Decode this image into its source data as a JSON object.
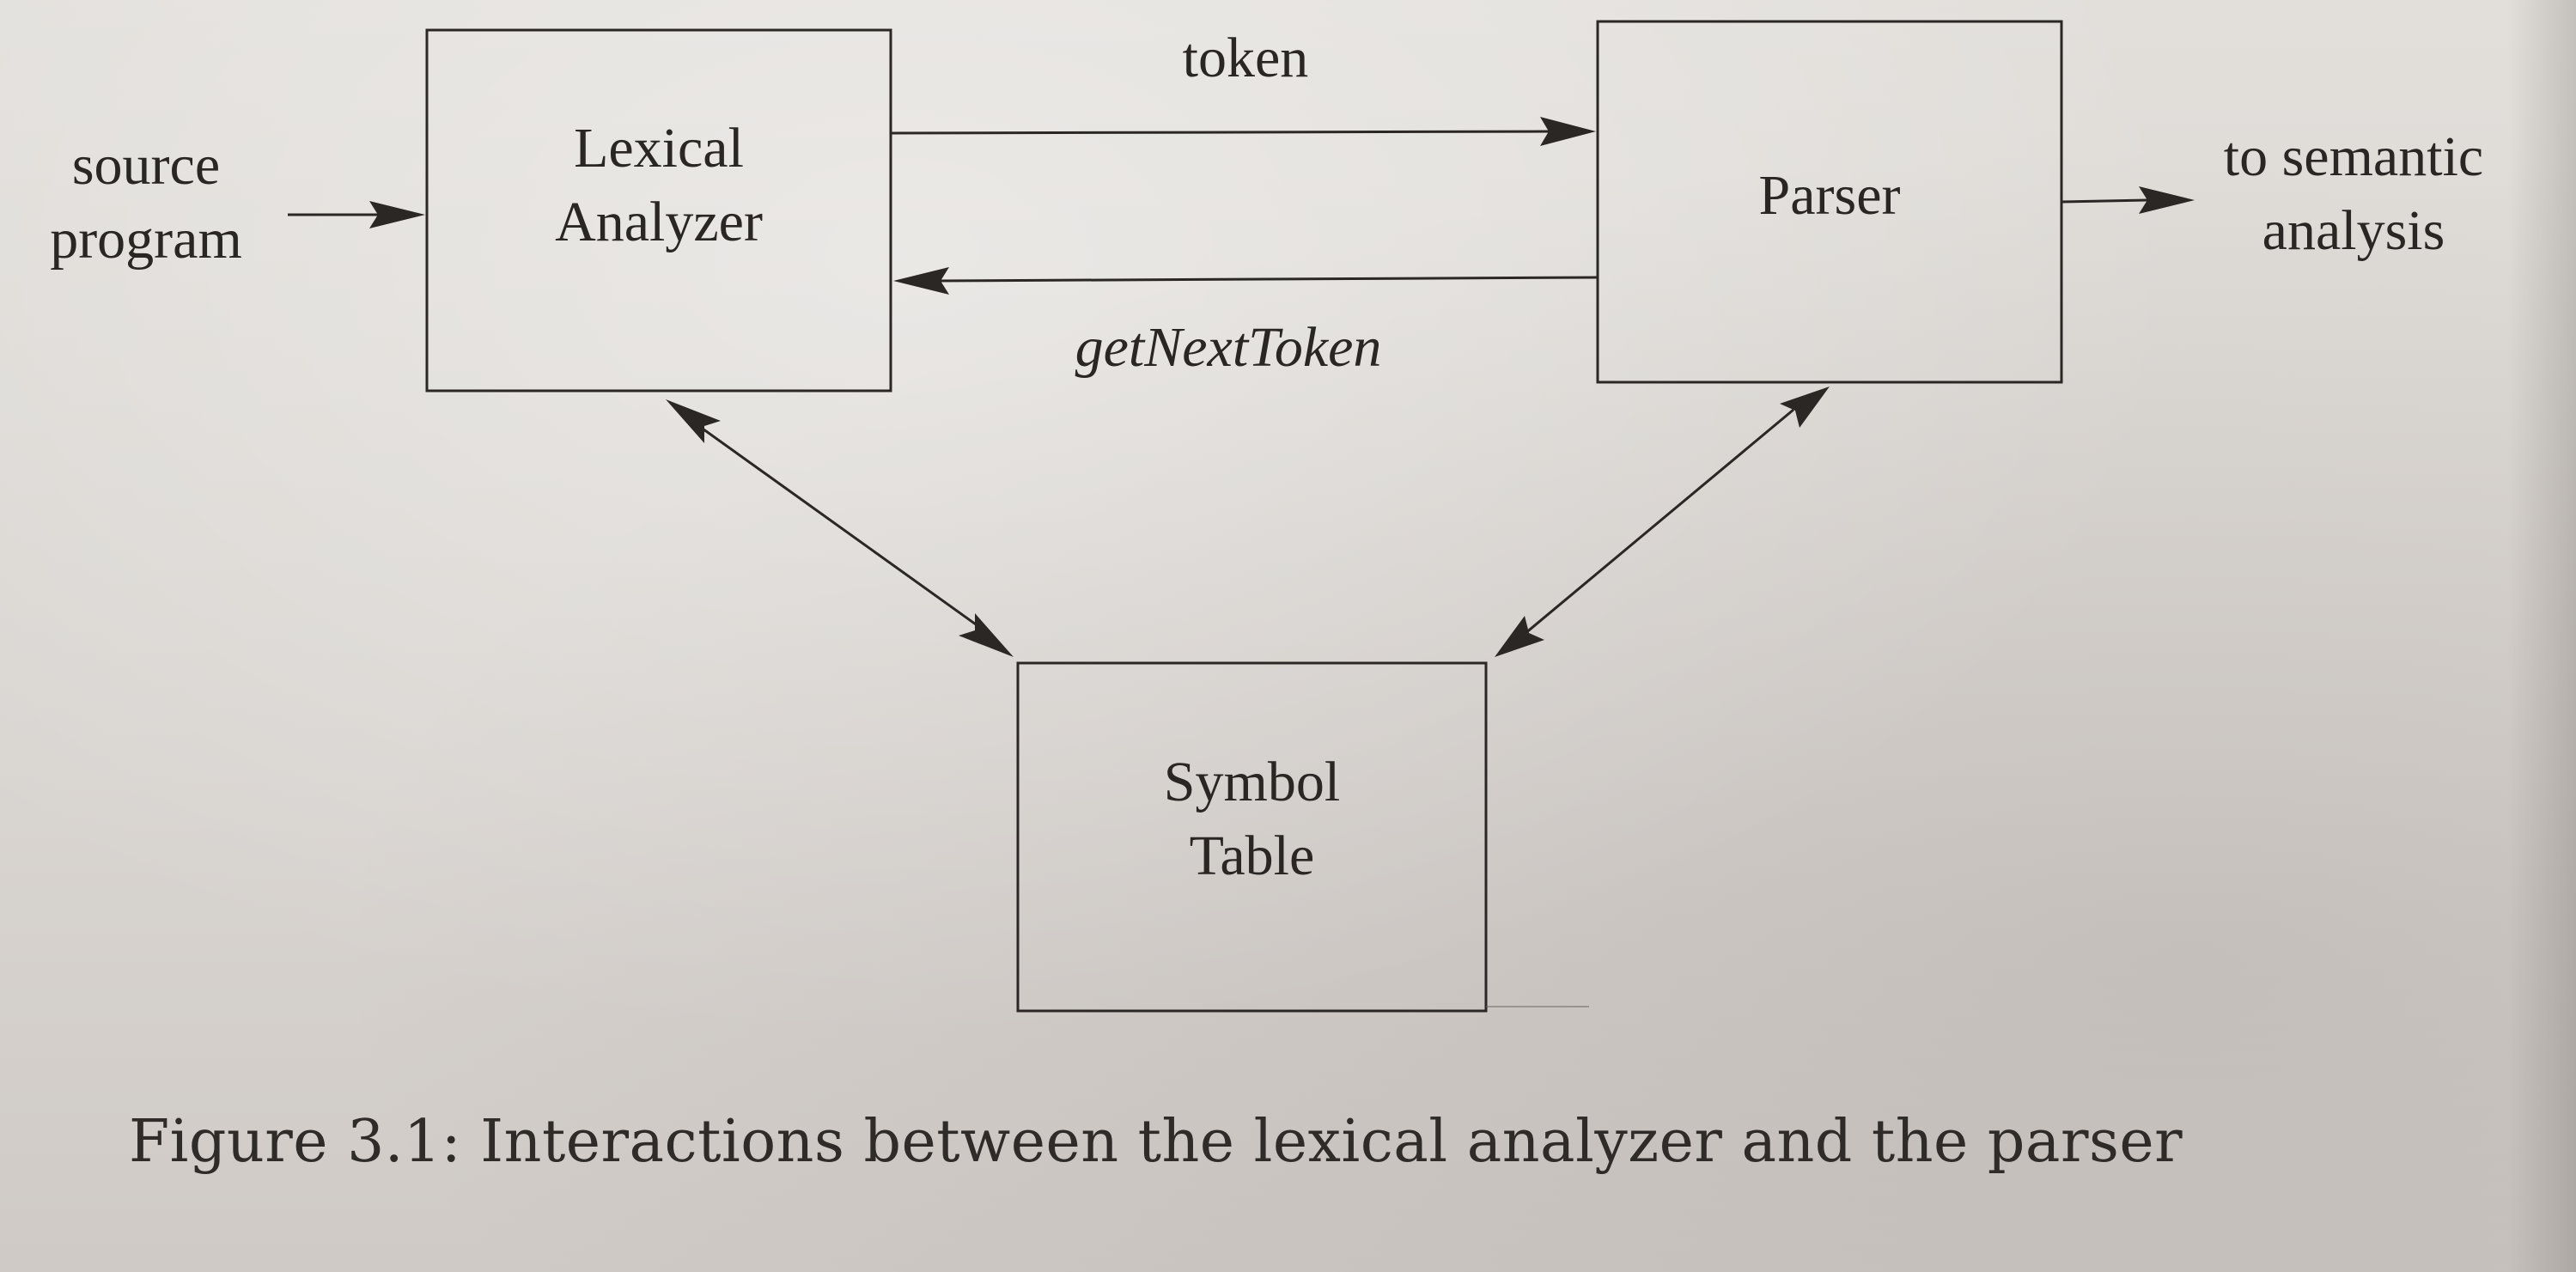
{
  "diagram": {
    "nodes": {
      "lexical_analyzer": "Lexical\nAnalyzer",
      "parser": "Parser",
      "symbol_table": "Symbol\nTable"
    },
    "inputs": {
      "source_program": "source\nprogram"
    },
    "outputs": {
      "to_semantic_analysis": "to semantic\nanalysis"
    },
    "edges": {
      "token": "token",
      "get_next_token": "getNextToken"
    }
  },
  "caption": "Figure 3.1: Interactions between the lexical analyzer and the parser"
}
